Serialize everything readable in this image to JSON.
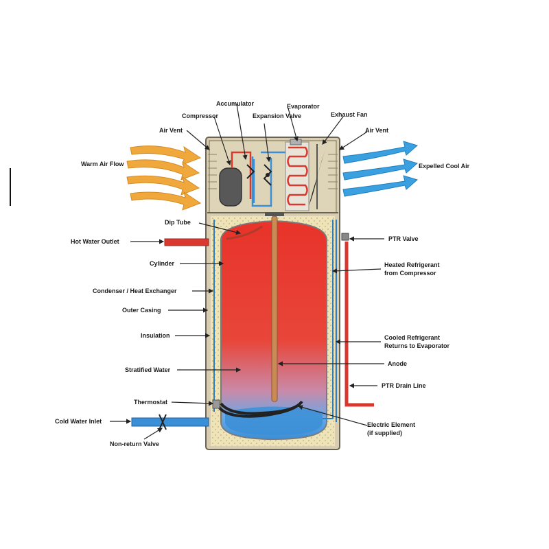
{
  "labels": {
    "accumulator": "Accumulator",
    "evaporator": "Evaporator",
    "compressor": "Compressor",
    "expansion_valve": "Expansion Valve",
    "exhaust_fan": "Exhaust Fan",
    "air_vent_left": "Air Vent",
    "air_vent_right": "Air Vent",
    "warm_air_flow": "Warm Air Flow",
    "expelled_cool_air": "Expelled Cool Air",
    "dip_tube": "Dip Tube",
    "hot_water_outlet": "Hot Water Outlet",
    "ptr_valve": "PTR Valve",
    "cylinder": "Cylinder",
    "heated_refrigerant": "Heated Refrigerant",
    "heated_refrigerant_2": "from Compressor",
    "condenser": "Condenser / Heat Exchanger",
    "outer_casing": "Outer Casing",
    "insulation": "Insulation",
    "cooled_refrigerant": "Cooled Refrigerant",
    "cooled_refrigerant_2": "Returns to Evaporator",
    "anode": "Anode",
    "stratified_water": "Stratified Water",
    "ptr_drain_line": "PTR Drain Line",
    "thermostat": "Thermostat",
    "cold_water_inlet": "Cold Water Inlet",
    "electric_element": "Electric Element",
    "electric_element_2": "(if supplied)",
    "non_return_valve": "Non-return Valve"
  },
  "colors": {
    "casing": "#d8cdb0",
    "casing_dark": "#bfb293",
    "hot": "#e8332a",
    "warm_mid": "#f06a4a",
    "cold": "#3b8fd6",
    "warm_air": "#f0a83c",
    "cool_air": "#3aa0e0",
    "copper": "#c98a55"
  }
}
